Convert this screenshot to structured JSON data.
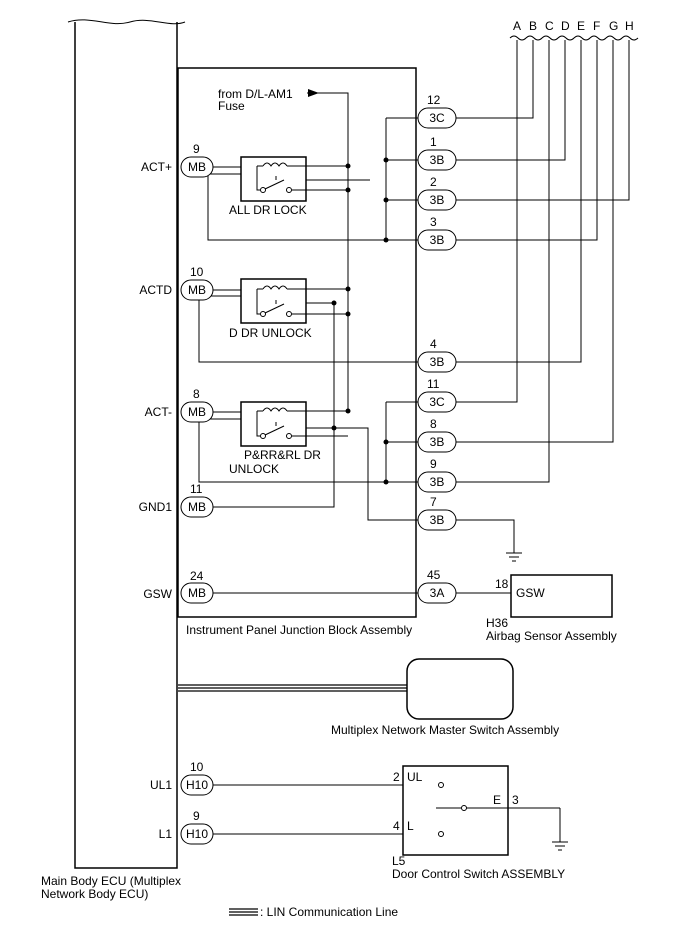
{
  "bus_letters": [
    "A",
    "B",
    "C",
    "D",
    "E",
    "F",
    "G",
    "H"
  ],
  "labels": {
    "fuse_line1": "from D/L-AM1",
    "fuse_line2": "Fuse",
    "all_dr_lock": "ALL DR LOCK",
    "d_dr_unlock": "D DR UNLOCK",
    "prr_line1": "P&RR&RL DR",
    "prr_line2": "UNLOCK",
    "jb_name": "Instrument Panel Junction Block Assembly",
    "gsw_text": "GSW",
    "airbag_code": "H36",
    "airbag_name": "Airbag Sensor Assembly",
    "master_switch": "Multiplex Network Master Switch Assembly",
    "ul_text": "UL",
    "l_text": "L",
    "e_text": "E",
    "dcs_code": "L5",
    "dcs_name": "Door Control Switch ASSEMBLY",
    "ecu_line1": "Main Body ECU (Multiplex",
    "ecu_line2": "Network Body ECU)",
    "lin_legend": ": LIN Communication Line"
  },
  "left_pins": [
    {
      "signal": "ACT+",
      "num": "9",
      "conn": "MB"
    },
    {
      "signal": "ACTD",
      "num": "10",
      "conn": "MB"
    },
    {
      "signal": "ACT-",
      "num": "8",
      "conn": "MB"
    },
    {
      "signal": "GND1",
      "num": "11",
      "conn": "MB"
    },
    {
      "signal": "GSW",
      "num": "24",
      "conn": "MB"
    },
    {
      "signal": "UL1",
      "num": "10",
      "conn": "H10"
    },
    {
      "signal": "L1",
      "num": "9",
      "conn": "H10"
    }
  ],
  "right_pins": [
    {
      "num": "12",
      "conn": "3C"
    },
    {
      "num": "1",
      "conn": "3B"
    },
    {
      "num": "2",
      "conn": "3B"
    },
    {
      "num": "3",
      "conn": "3B"
    },
    {
      "num": "4",
      "conn": "3B"
    },
    {
      "num": "11",
      "conn": "3C"
    },
    {
      "num": "8",
      "conn": "3B"
    },
    {
      "num": "9",
      "conn": "3B"
    },
    {
      "num": "7",
      "conn": "3B"
    },
    {
      "num": "45",
      "conn": "3A"
    }
  ],
  "pin_numbers": {
    "airbag_pin": "18",
    "dcs_ul": "2",
    "dcs_l": "4",
    "dcs_e": "3"
  }
}
